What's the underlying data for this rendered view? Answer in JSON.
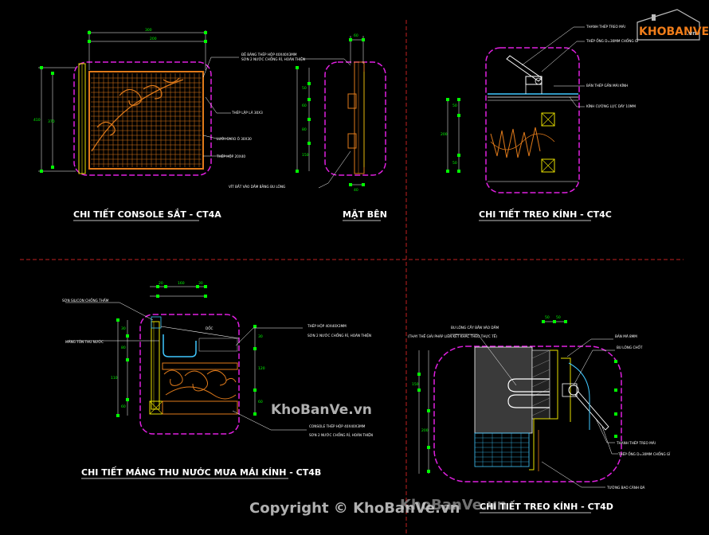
{
  "colors": {
    "background": "#000000",
    "magenta": "#e020e0",
    "orange": "#e07a1a",
    "yellow": "#e8e000",
    "green": "#00ff00",
    "red_dash": "#c02020",
    "cyan": "#40c8ff",
    "white": "#ffffff",
    "logo_orange": "#f07d1a"
  },
  "logo": {
    "text": "KHOBANVE",
    "domain": ".vn"
  },
  "watermarks": {
    "center": "KhoBanVe.vn",
    "copyright": "Copyright © KhoBanVe.vn"
  },
  "titles": {
    "ct4a": "CHI TIẾT CONSOLE SẮT - CT4A",
    "mat_ben": "MẶT BÊN",
    "ct4c": "CHI TIẾT TREO KÍNH - CT4C",
    "ct4b": "CHI TIẾT MÁNG THU NƯỚC MƯA MÁI KÍNH - CT4B",
    "ct4d": "CHI TIẾT TREO KÍNH - CT4D"
  },
  "annotations": {
    "a1": "ĐỆ BẢNG THÉP HỘP 40X40X3MM",
    "a2": "SƠN 2 NƯỚC CHỐNG RỈ, HOÀN THIỆN",
    "a3": "THÉP LẬP LÀ 30X3",
    "a4": "LƯỚI CARO Ô 30X30",
    "a5": "THÉP HỘP 20X40",
    "a6": "VÍT BẮT VÀO DẦM BẰNG BU LÔNG",
    "c1": "THANH THÉP TREO MÁI",
    "c2": "THÉP ỐNG D=30MM CHỐNG GỈ",
    "c3": "BẢN THÉP GẮN MÁI KÍNH",
    "c4": "KÍNH CƯỜNG LỰC DÀY 10MM",
    "b1": "SƠN SILICON CHỐNG THẤM",
    "b2": "MÁNG TÔN THU NƯỚC",
    "b3": "DỐC",
    "b4": "THÉP HỘP 40X40X3MM",
    "b5": "SƠN 2 NƯỚC CHỐNG RỈ, HOÀN THIỆN",
    "b6": "CONSOLE THÉP HỘP 40X40X3MM",
    "b7": "SƠN 2 NƯỚC CHỐNG RỈ, HOÀN THIỆN",
    "d1": "BU LÔNG CẤY BẮN VÀO DẦM",
    "d2": "(THAY THẾ GIẢI PHÁP LIÊN KẾT KHÁC THEO THỰC TẾ)",
    "d3": "BẢN MÃ 8MM",
    "d4": "BU LÔNG CHỐT",
    "d5": "THANH THÉP TREO MÁI",
    "d6": "THÉP ỐNG D=30MM CHỐNG GỈ",
    "d7": "TƯỜNG BAO CÁNH ĐÁ"
  },
  "dims": {
    "ct4a_total_w": "300",
    "ct4a_w1": "200",
    "ct4a_h_total": "410",
    "ct4a_h_inner": "370",
    "mb_top": "60",
    "mb_h1": "50",
    "mb_h2": "60",
    "mb_h3": "80",
    "mb_h4": "150",
    "mb_bot": "40",
    "c_h1": "50",
    "c_h2": "200",
    "c_h3": "50",
    "b_top1": "20",
    "b_top2": "160",
    "b_top3": "30",
    "b_left1": "30",
    "b_left2": "80",
    "b_left3": "110",
    "b_left4": "60",
    "b_right1": "30",
    "b_right2": "120",
    "b_right3": "60",
    "d_top1": "50",
    "d_top2": "50",
    "d_left1": "150",
    "d_left2": "200"
  }
}
